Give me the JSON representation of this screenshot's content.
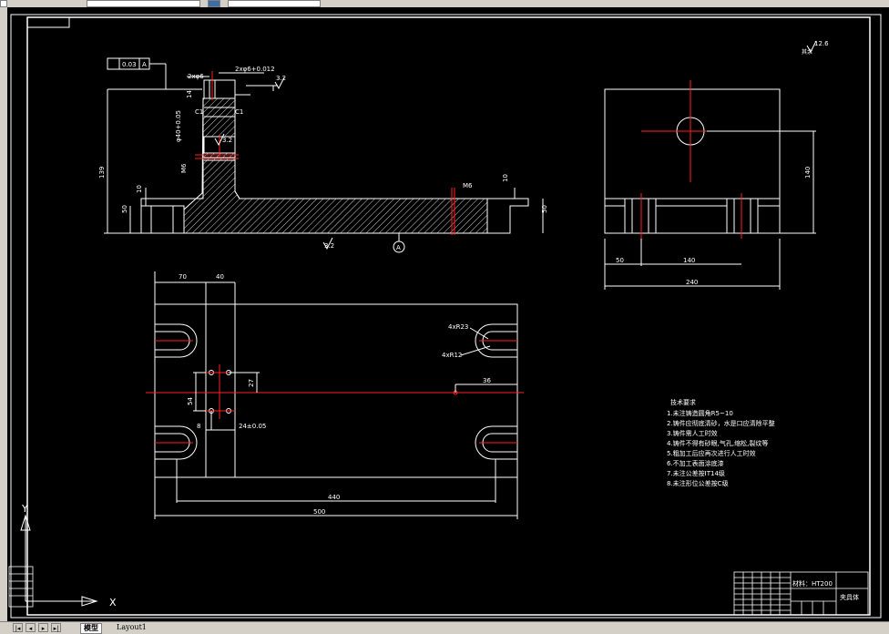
{
  "tabs": {
    "model": "模型",
    "layout1": "Layout1"
  },
  "drawing": {
    "front_view": {
      "flatness_tol": "0.03",
      "datum_ref": "A",
      "dim_2x_phi6": "2xφ6",
      "dim_2x_phi6_tol": "2xφ6+0.012",
      "rough_32a": "3.2",
      "dim_14": "14",
      "dim_c1_left": "C1",
      "dim_c1_right": "C1",
      "dim_phi40": "φ40+0.05",
      "dim_m6_left": "M6",
      "rough_32b": "3.2",
      "dim_139": "139",
      "dim_10_left": "10",
      "dim_50_left": "50",
      "dim_m6_right": "M6",
      "dim_10_right": "10",
      "dim_50_right": "50",
      "rough_32_bottom": "3.2",
      "datum_label": "A"
    },
    "side_view": {
      "rough_global": "12.6",
      "rough_global_note": "其余",
      "dim_140_vert": "140",
      "dim_50": "50",
      "dim_140": "140",
      "dim_240": "240"
    },
    "top_view": {
      "dim_70": "70",
      "dim_40": "40",
      "slot_label_1": "4xR23",
      "slot_label_2": "4xR12",
      "dim_36": "36",
      "dim_27": "27",
      "dim_54": "54",
      "dim_8": "8",
      "dim_24": "24±0.05",
      "dim_440": "440",
      "dim_500": "500"
    },
    "notes": {
      "title": "技术要求",
      "items": [
        "1.未注铸造圆角R5~10",
        "2.铸件应彻底清砂，水是口应清除平整",
        "3.铸件需人工时效",
        "4.铸件不得有砂眼,气孔,缩松,裂纹等",
        "5.粗加工后应再次进行人工时效",
        "6.不加工表面涂底漆",
        "7.未注公差按IT14级",
        "8.未注形位公差按C级"
      ]
    },
    "title_block": {
      "material": "材料：HT200",
      "part_name": "夹具体"
    },
    "ucs": {
      "y": "Y",
      "x": "X"
    }
  },
  "colors": {
    "line": "#ffffff",
    "center": "#ff2020",
    "background": "#000000"
  }
}
